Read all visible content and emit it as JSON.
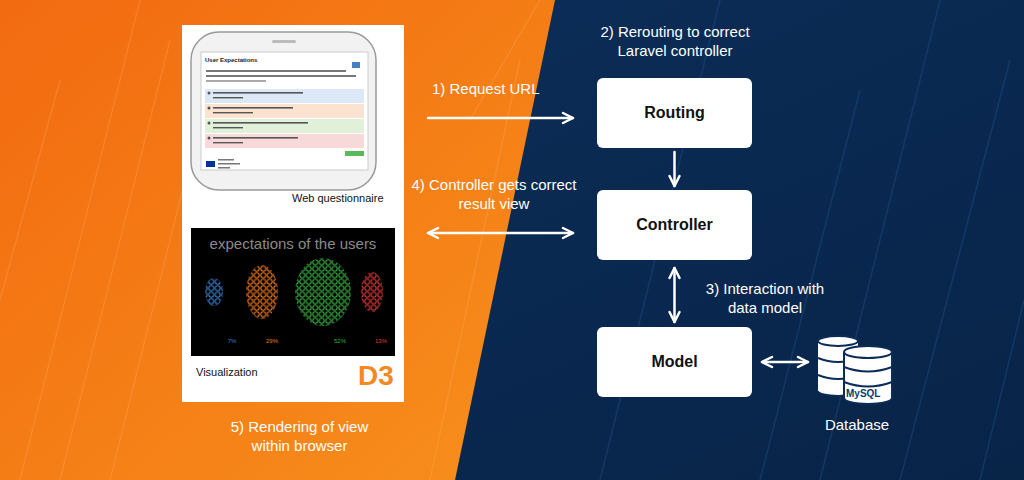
{
  "diagram": {
    "nodes": [
      {
        "text": [
          "Web questionnaire",
          "Visualization"
        ]
      },
      {
        "text": [
          "Routing"
        ]
      },
      {
        "text": [
          "Controller"
        ]
      },
      {
        "text": [
          "Model"
        ]
      },
      {
        "text": [
          "MySQL",
          "Database"
        ]
      }
    ],
    "edges": [
      {
        "from": 0,
        "to": 1,
        "label": "1) Request URL",
        "arrow": "to"
      },
      {
        "from": 1,
        "to": 2,
        "arrow": "to"
      },
      {
        "from": 0,
        "to": 2,
        "label": "4) Controller gets correct result view",
        "arrow": "both"
      },
      {
        "from": 2,
        "to": 3,
        "label": "3) Interaction with data model",
        "arrow": "both"
      },
      {
        "from": 3,
        "to": 4,
        "arrow": "both"
      }
    ],
    "labels": [
      "2) Rerouting to correct Laravel controller",
      "User Expectations",
      "expectations of the users",
      "7%",
      "29%",
      "52%",
      "13%",
      "D3",
      "5) Rendering of view within browser"
    ]
  }
}
